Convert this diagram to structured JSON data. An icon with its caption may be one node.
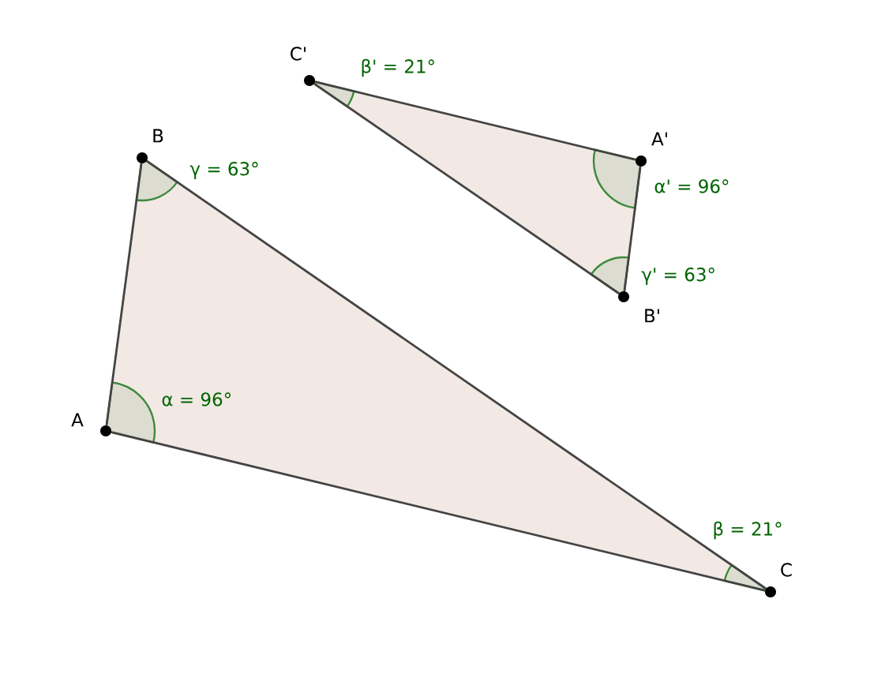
{
  "diagram": {
    "nodes": [
      {
        "text": [
          "C'"
        ]
      },
      {
        "text": [
          "B"
        ]
      },
      {
        "text": [
          "A'"
        ]
      },
      {
        "text": [
          "B'"
        ]
      },
      {
        "text": [
          "A"
        ]
      },
      {
        "text": [
          "C"
        ]
      }
    ],
    "edges": [
      {
        "from": 0,
        "to": 2,
        "arrow": "none"
      },
      {
        "from": 2,
        "to": 3,
        "arrow": "none"
      },
      {
        "from": 3,
        "to": 0,
        "arrow": "none"
      },
      {
        "from": 1,
        "to": 5,
        "arrow": "none"
      },
      {
        "from": 5,
        "to": 4,
        "arrow": "none"
      },
      {
        "from": 4,
        "to": 1,
        "arrow": "none"
      }
    ],
    "labels": [
      "β' = 21°",
      "γ = 63°",
      "α' = 96°",
      "γ' = 63°",
      "α = 96°",
      "β = 21°"
    ]
  }
}
